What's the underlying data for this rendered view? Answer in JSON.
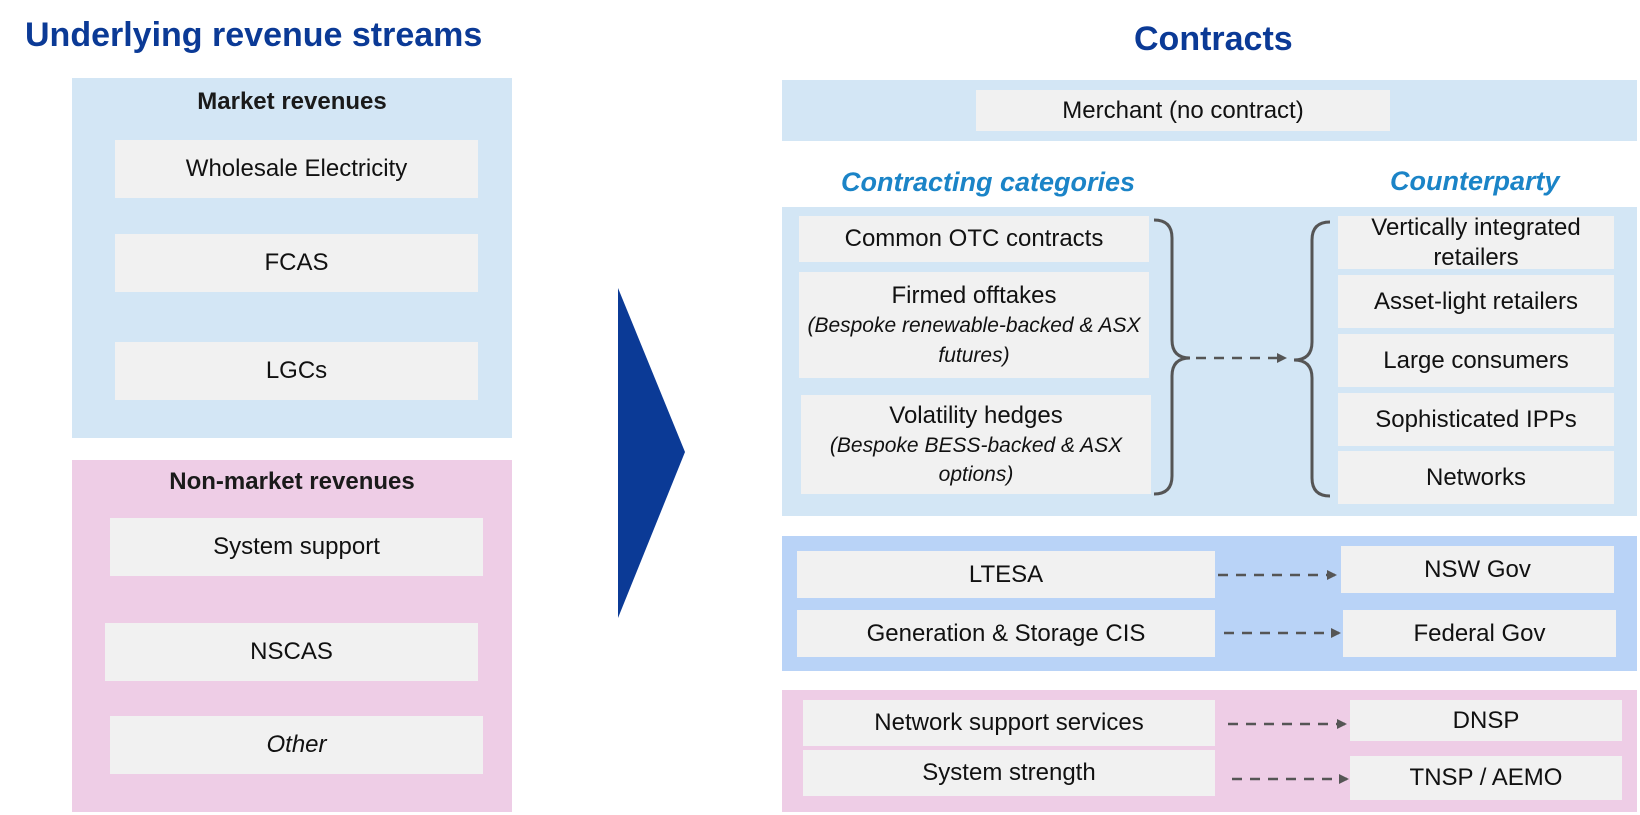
{
  "left": {
    "heading": "Underlying revenue streams",
    "market": {
      "title": "Market revenues",
      "items": [
        "Wholesale Electricity",
        "FCAS",
        "LGCs"
      ]
    },
    "non_market": {
      "title": "Non-market revenues",
      "items": [
        "System support",
        "NSCAS",
        "Other"
      ]
    }
  },
  "right": {
    "heading": "Contracts",
    "merchant": "Merchant (no contract)",
    "contracting_categories_label": "Contracting categories",
    "counterparty_label": "Counterparty",
    "categories": [
      {
        "label": "Common OTC contracts",
        "note": ""
      },
      {
        "label": "Firmed offtakes",
        "note": "(Bespoke renewable-backed & ASX futures)"
      },
      {
        "label": "Volatility hedges",
        "note": "(Bespoke BESS-backed & ASX options)"
      }
    ],
    "counterparties": [
      "Vertically integrated retailers",
      "Asset-light retailers",
      "Large consumers",
      "Sophisticated IPPs",
      "Networks"
    ],
    "gov_rows": [
      {
        "contract": "LTESA",
        "counterparty": "NSW Gov"
      },
      {
        "contract": "Generation & Storage CIS",
        "counterparty": "Federal Gov"
      }
    ],
    "network_rows": [
      {
        "contract": "Network support services",
        "counterparty": "DNSP"
      },
      {
        "contract": "System strength",
        "counterparty": "TNSP / AEMO"
      }
    ]
  },
  "colors": {
    "heading": "#0b3a96",
    "subheading": "#1b84c7",
    "panel_blue": "#d3e6f5",
    "panel_pink": "#eecde6",
    "panel_mid_blue": "#b9d3f7",
    "box": "#f1f1f1",
    "arrow": "#0b3a96",
    "connector": "#555555"
  }
}
